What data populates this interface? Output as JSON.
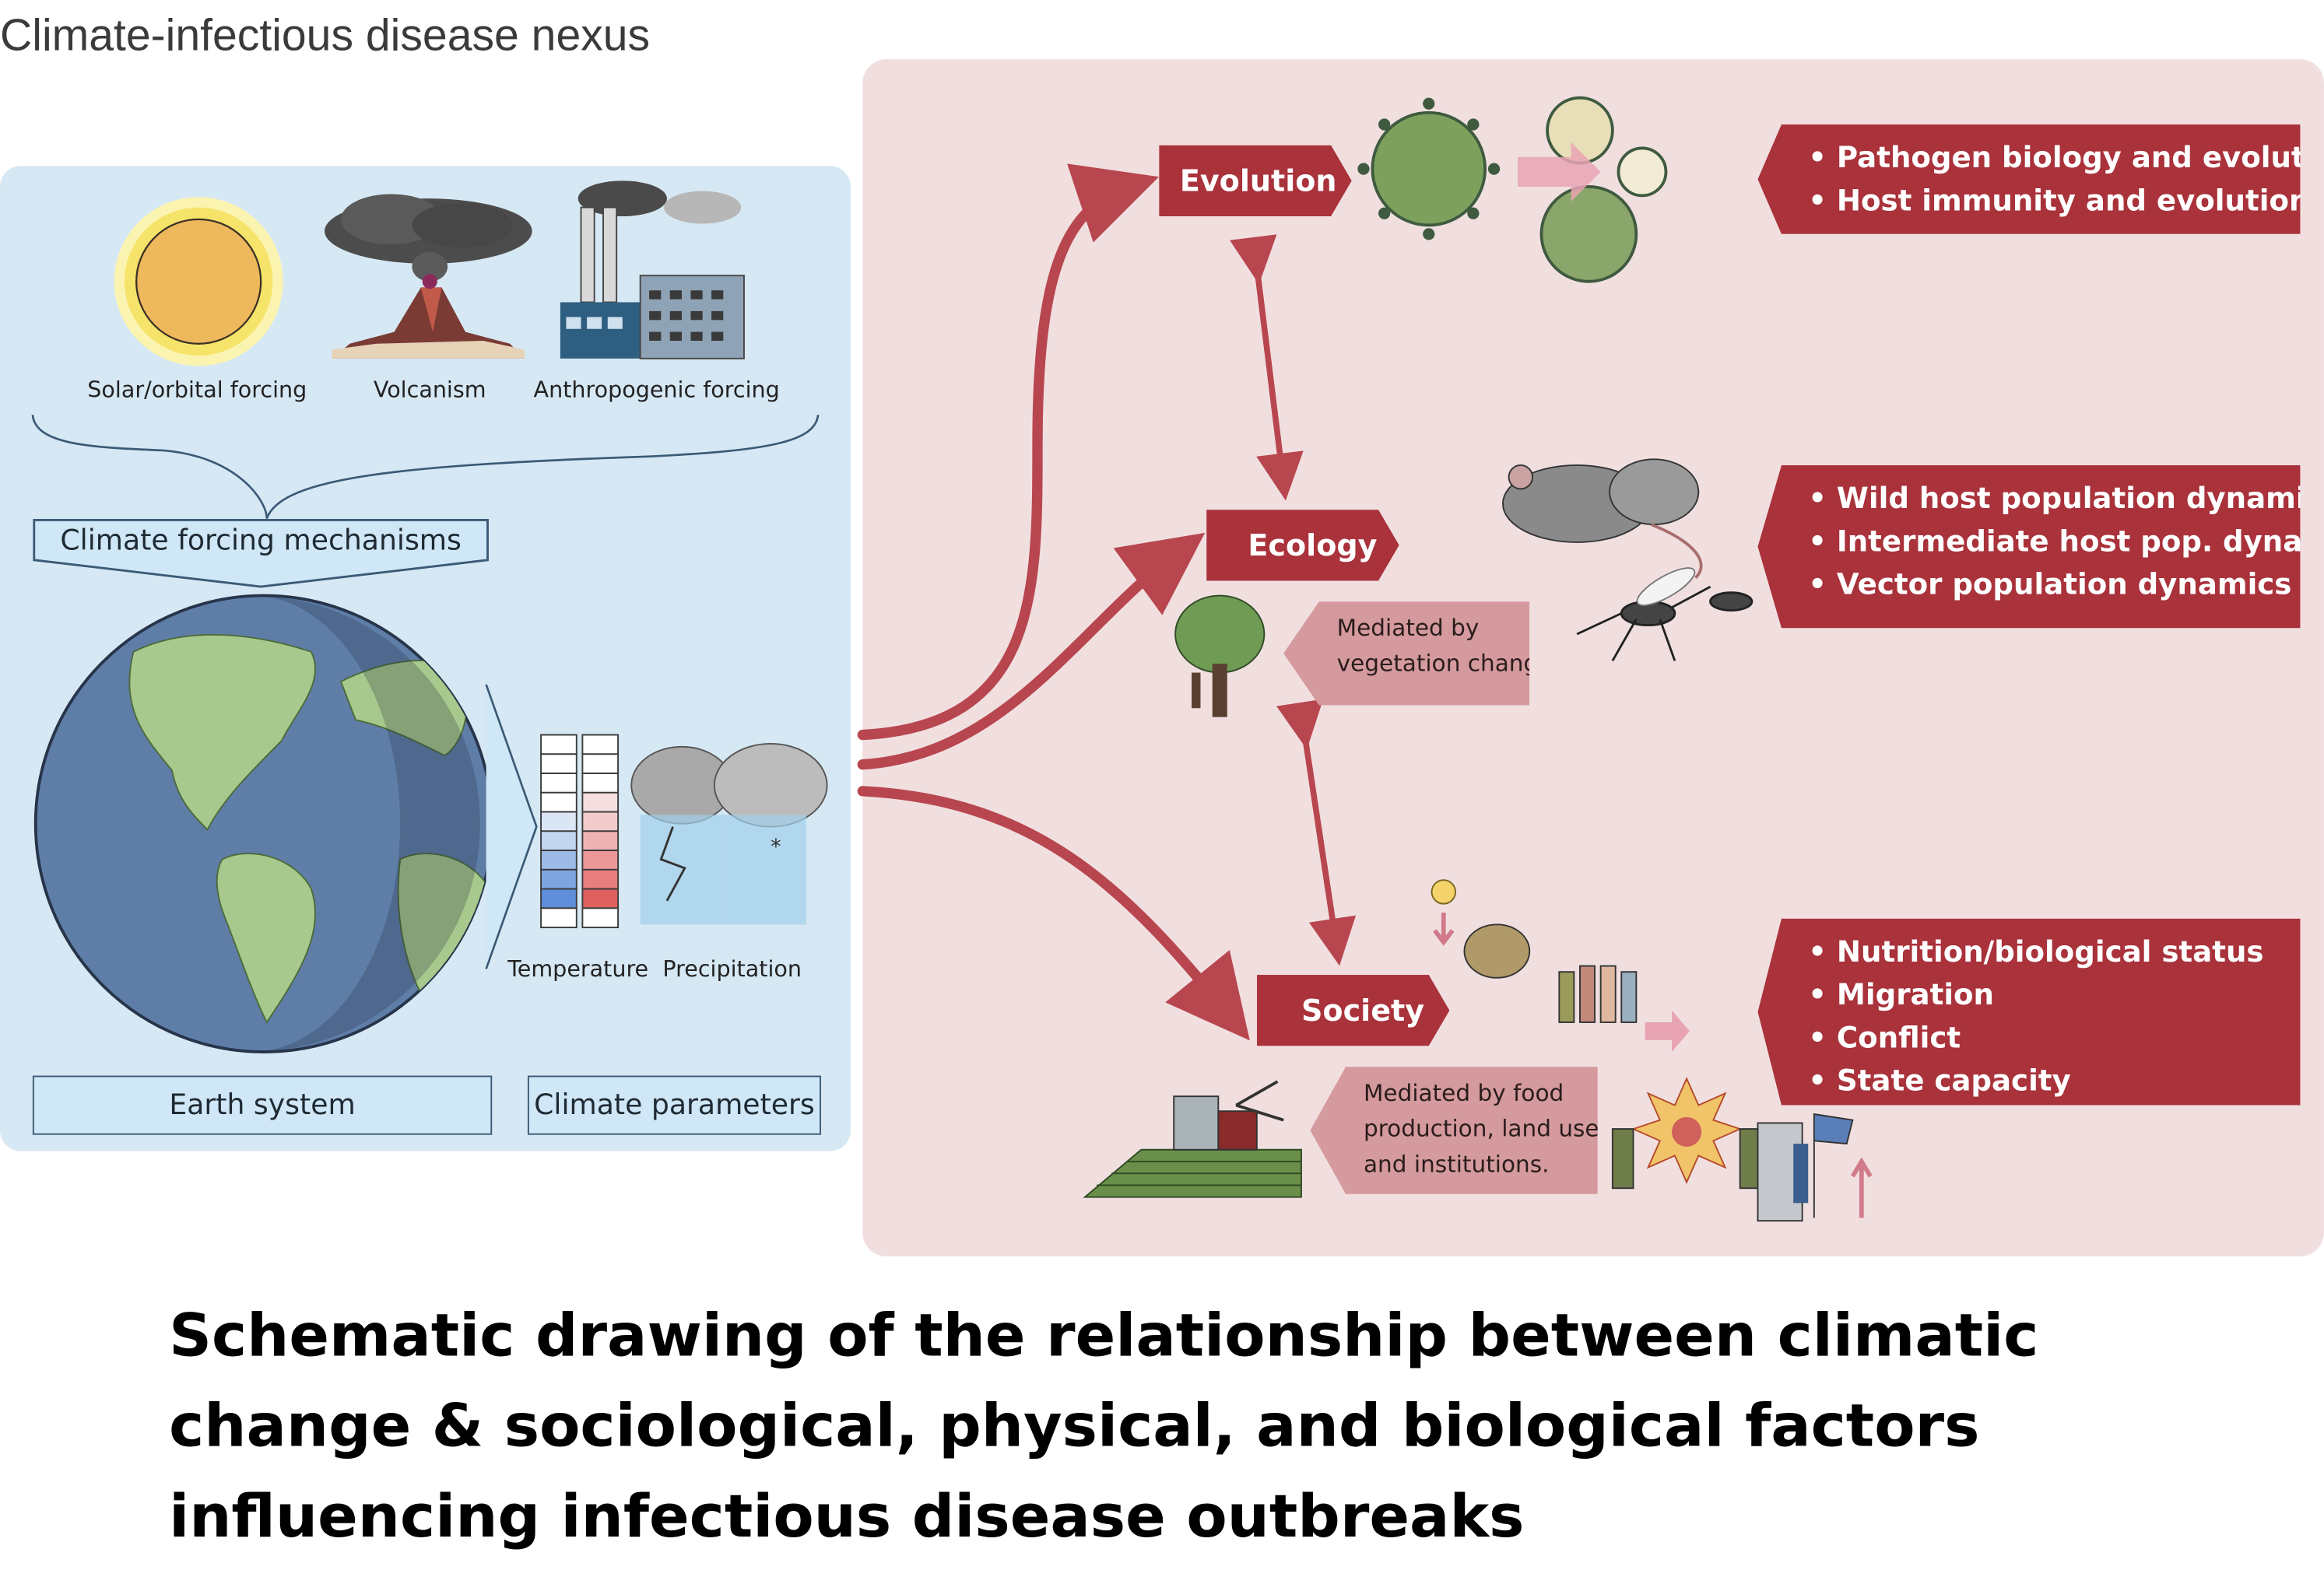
{
  "title": "Climate-infectious disease nexus",
  "forcings": {
    "solar": "Solar/orbital forcing",
    "volcanism": "Volcanism",
    "anthropogenic": "Anthropogenic forcing"
  },
  "climate_forcing_mechanisms": "Climate forcing mechanisms",
  "earth_system": "Earth system",
  "climate_parameters": "Climate parameters",
  "temperature": "Temperature",
  "precipitation": "Precipitation",
  "nodes": {
    "evolution": "Evolution",
    "ecology": "Ecology",
    "society": "Society"
  },
  "evolution_list": [
    "Pathogen biology and evolution",
    "Host immunity and evolution"
  ],
  "ecology_list": [
    "Wild host population dynamics",
    "Intermediate host pop. dynamics",
    "Vector population dynamics"
  ],
  "society_list": [
    "Nutrition/biological status",
    "Migration",
    "Conflict",
    "State capacity"
  ],
  "mediated_vegetation": [
    "Mediated by",
    "vegetation change"
  ],
  "mediated_food": [
    "Mediated by food",
    "production, land use,",
    "and institutions."
  ],
  "caption": "Schematic drawing of the relationship between climatic change & sociological, physical, and biological factors influencing infectious disease outbreaks",
  "colors": {
    "tag_red": "#a9323b",
    "arrow_red": "#b8464f",
    "left_panel": "#d6e8f4",
    "right_panel": "#f1dfe0"
  }
}
